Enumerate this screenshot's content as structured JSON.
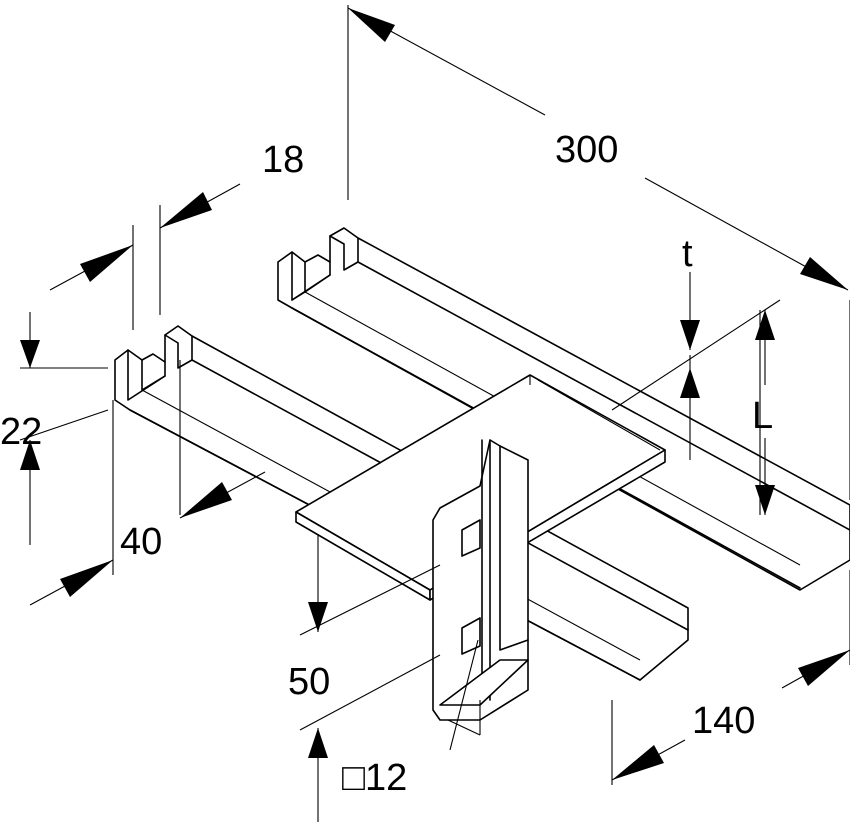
{
  "dimensions": {
    "length_300": "300",
    "width_18": "18",
    "height_22": "22",
    "width_40": "40",
    "height_50": "50",
    "width_140": "140",
    "thickness_t": "t",
    "length_L": "L",
    "square_12": "□12"
  }
}
